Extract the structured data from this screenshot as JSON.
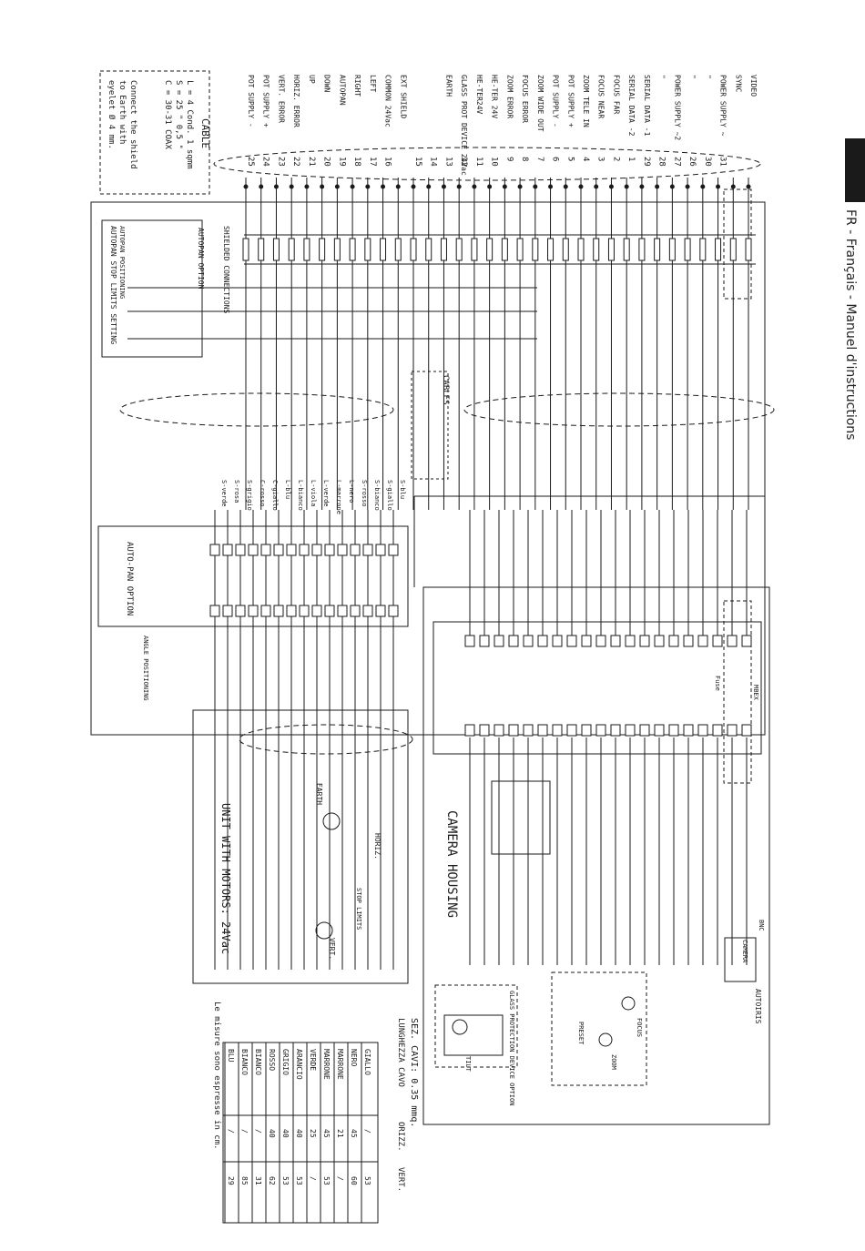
{
  "header": {
    "manual": "FR - Français - Manuel d'instructions"
  },
  "colors": {
    "ink": "#1a1a1a",
    "band": "#1a1a1a"
  },
  "signals": [
    {
      "label": "VIDEO",
      "num": ""
    },
    {
      "label": "SYNC",
      "num": ""
    },
    {
      "label": "POWER SUPPLY ~",
      "num": "31"
    },
    {
      "label": "\"",
      "num": "30"
    },
    {
      "label": "\"",
      "num": "26"
    },
    {
      "label": "POWER SUPPLY ~2",
      "num": "27"
    },
    {
      "label": "\"",
      "num": "28"
    },
    {
      "label": "SERIAL DATA -1",
      "num": "29"
    },
    {
      "label": "SERIAL DATA -2",
      "num": "1"
    },
    {
      "label": "FOCUS FAR",
      "num": "2"
    },
    {
      "label": "FOCUS NEAR",
      "num": "3"
    },
    {
      "label": "ZOOM TELE IN",
      "num": "4"
    },
    {
      "label": "POT SUPPLY +",
      "num": "5"
    },
    {
      "label": "POT SUPPLY -",
      "num": "6"
    },
    {
      "label": "ZOOM WIDE OUT",
      "num": "7"
    },
    {
      "label": "FOCUS ERROR",
      "num": "8"
    },
    {
      "label": "ZOOM ERROR",
      "num": "9"
    },
    {
      "label": "HE-TER 24V",
      "num": "10"
    },
    {
      "label": "HE-TER24V",
      "num": "11"
    },
    {
      "label": "GLASS PROT DEVICE 24Vac",
      "num": "12"
    },
    {
      "label": "EARTH",
      "num": "13"
    },
    {
      "label": "",
      "num": "14"
    },
    {
      "label": "",
      "num": "15"
    },
    {
      "label": "EXT SHIELD",
      "num": ""
    },
    {
      "label": "COMMON 24Vac",
      "num": "16"
    },
    {
      "label": "LEFT",
      "num": "17"
    },
    {
      "label": "RIGHT",
      "num": "18"
    },
    {
      "label": "AUTOPAN",
      "num": "19"
    },
    {
      "label": "DOWN",
      "num": "20"
    },
    {
      "label": "UP",
      "num": "21"
    },
    {
      "label": "HORIZ. ERROR",
      "num": "22"
    },
    {
      "label": "VERT. ERROR",
      "num": "23"
    },
    {
      "label": "POT SUPPLY +",
      "num": "24"
    },
    {
      "label": "POT SUPPLY -",
      "num": "25"
    }
  ],
  "cable_box": {
    "title": "CABLE",
    "lines": [
      "L = 4 Cond. 1 sqmm",
      "S = 25 \" 0,5 \"",
      "C = 30-31 COAX"
    ],
    "note": [
      "Connect the shield",
      "to Earth with",
      "eyelet Ø 4 mm."
    ]
  },
  "labels": {
    "shielded": "SHIELDED CONNECTIONS",
    "autopan_option": "AUTOPAN OPTION",
    "autopan_limits": "AUTOPAN STOP LIMITS SETTING",
    "autopan_positioning": "AUTOPAN POSITIONING",
    "auto_pan_option2": "AUTO-PAN OPTION",
    "cables_title": "CABLES",
    "angle_positioning": "ANGLE POSITIONING",
    "unit_with_motors": "UNIT WITH MOTORS: 24Vac",
    "camera_housing": "CAMERA HOUSING",
    "glass_protection": "GLASS PROTECTION DEVICE OPTION",
    "horiz": "HORIZ.",
    "vert": "VERT.",
    "earth": "EARTH",
    "stop_limits": "STOP LIMITS",
    "camera": "CAMERA",
    "autoiris": "AUTOIRIS",
    "focus": "FOCUS",
    "zoom": "ZOOM",
    "preset": "PRESET",
    "tilt": "TILT",
    "bnc": "BNC",
    "fuse": "Fuse",
    "mbex": "MBEX"
  },
  "wire_colors": [
    "S-blu",
    "S-giallo",
    "S-bianco",
    "S-rosso",
    "L-nero",
    "L-marrone",
    "L-verde",
    "L-viola",
    "L-bianco",
    "L-blu",
    "C-giallo",
    "C-rosso",
    "S-grigio",
    "S-rosa",
    "S-verde"
  ],
  "table": {
    "title": "SEZ. CAVI: 0.35 mmq.",
    "header": [
      "LUNGHEZZA CAVO",
      "ORIZZ.",
      "VERT."
    ],
    "rows": [
      [
        "GIALLO",
        "/",
        "53"
      ],
      [
        "NERO",
        "45",
        "60"
      ],
      [
        "MARRONE",
        "21",
        "/"
      ],
      [
        "MARRONE",
        "45",
        "53"
      ],
      [
        "VERDE",
        "25",
        "/"
      ],
      [
        "ARANCIO",
        "40",
        "53"
      ],
      [
        "GRIGIO",
        "40",
        "53"
      ],
      [
        "ROSSO",
        "40",
        "62"
      ],
      [
        "BIANCO",
        "/",
        "31"
      ],
      [
        "BIANCO",
        "/",
        "85"
      ],
      [
        "BLU",
        "/",
        "29"
      ]
    ],
    "note": "Le misure sono espresse in cm."
  }
}
